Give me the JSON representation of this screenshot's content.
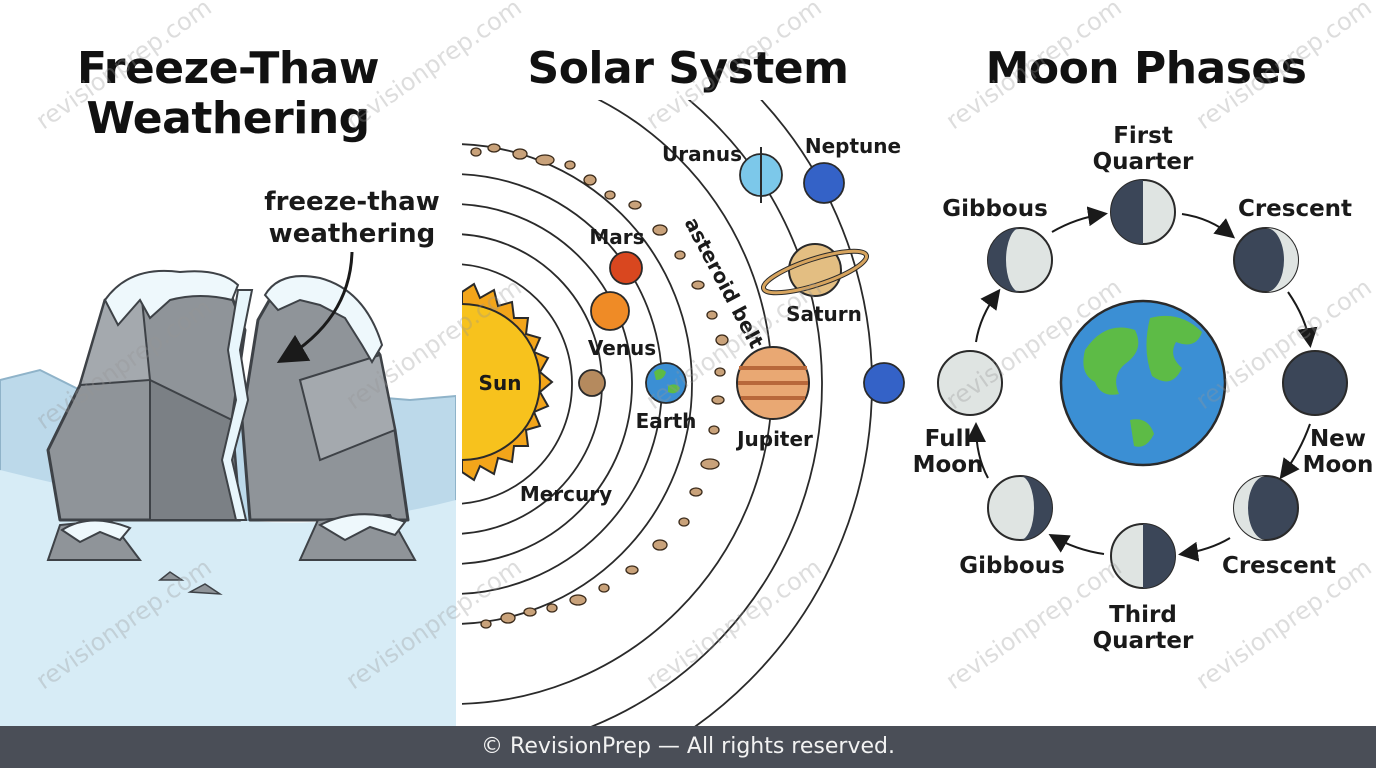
{
  "panels": {
    "freeze_thaw": {
      "title_line1": "Freeze-Thaw",
      "title_line2": "Weathering",
      "callout_line1": "freeze-thaw",
      "callout_line2": "weathering"
    },
    "solar_system": {
      "title": "Solar System",
      "labels": {
        "sun": "Sun",
        "mercury": "Mercury",
        "venus": "Venus",
        "earth": "Earth",
        "mars": "Mars",
        "asteroid_belt": "asteroid belt",
        "jupiter": "Jupiter",
        "saturn": "Saturn",
        "uranus": "Uranus",
        "neptune": "Neptune"
      }
    },
    "moon_phases": {
      "title": "Moon Phases",
      "labels": {
        "first_quarter_1": "First",
        "first_quarter_2": "Quarter",
        "waxing_crescent": "Crescent",
        "new_moon_1": "New",
        "new_moon_2": "Moon",
        "waning_crescent": "Crescent",
        "third_quarter_1": "Third",
        "third_quarter_2": "Quarter",
        "waning_gibbous": "Gibbous",
        "full_moon_1": "Full",
        "full_moon_2": "Moon",
        "waxing_gibbous": "Gibbous"
      }
    }
  },
  "footer": {
    "copyright": "© RevisionPrep — All rights reserved."
  },
  "watermark": {
    "text": "revisionprep.com"
  },
  "colors": {
    "ice": "#d7ecf6",
    "rock": "#8f9499",
    "sun": "#f7c21d",
    "ocean": "#3b8fd4",
    "land": "#5dbb46",
    "moon_dark": "#3b4658",
    "moon_light": "#dfe4e2",
    "footer_bg": "#4a4e57"
  }
}
